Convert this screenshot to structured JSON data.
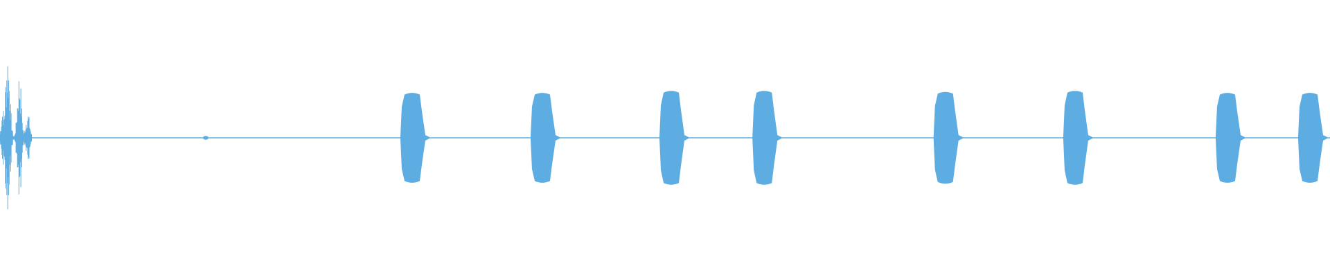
{
  "waveform": {
    "color": "#5DADE2",
    "background": "#ffffff",
    "opening_burst": {
      "amplitude": 0.94
    },
    "bursts": [
      {
        "time": 0.3099,
        "amplitude": 0.46
      },
      {
        "time": 0.4078,
        "amplitude": 0.46
      },
      {
        "time": 0.5047,
        "amplitude": 0.48
      },
      {
        "time": 0.5746,
        "amplitude": 0.48
      },
      {
        "time": 0.7108,
        "amplitude": 0.47
      },
      {
        "time": 0.8083,
        "amplitude": 0.48
      },
      {
        "time": 0.9229,
        "amplitude": 0.46
      },
      {
        "time": 0.9849,
        "amplitude": 0.46
      }
    ],
    "noise_blips": [
      {
        "time": 0.1547,
        "amplitude": 0.04
      }
    ]
  }
}
